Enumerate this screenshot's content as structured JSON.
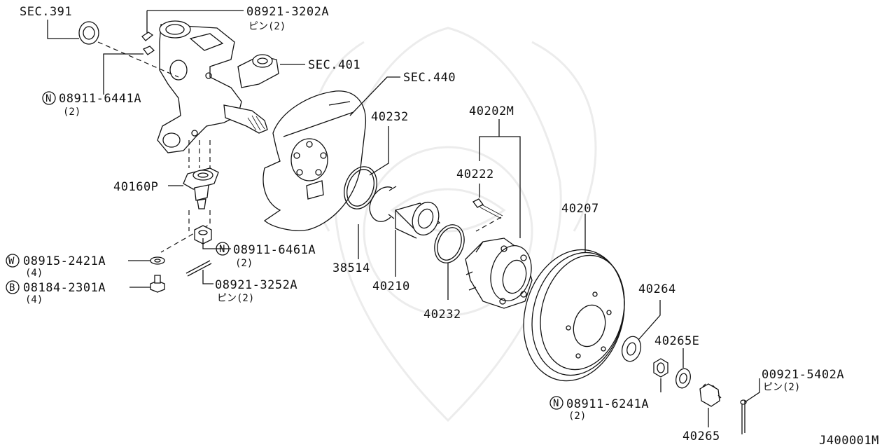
{
  "diagram_id": "J400001M",
  "callouts": {
    "sec391": "SEC.391",
    "p08921_3202A": "08921-3202A",
    "p08921_3202A_sub": "ピン(2)",
    "sec401": "SEC.401",
    "sec440": "SEC.440",
    "p08911_6441A": "08911-6441A",
    "p08911_6441A_qty": "(2)",
    "p40232_top": "40232",
    "p40202M": "40202M",
    "p40222": "40222",
    "p40160P": "40160P",
    "p40207": "40207",
    "p08915_2421A": "08915-2421A",
    "p08915_2421A_qty": "(4)",
    "p08911_6461A": "08911-6461A",
    "p08911_6461A_qty": "(2)",
    "p38514": "38514",
    "p08184_2301A": "08184-2301A",
    "p08184_2301A_qty": "(4)",
    "p08921_3252A": "08921-3252A",
    "p08921_3252A_sub": "ピン(2)",
    "p40210": "40210",
    "p40264": "40264",
    "p40232_bottom": "40232",
    "p40265E": "40265E",
    "p00921_5402A": "00921-5402A",
    "p00921_5402A_sub": "ピン(2)",
    "p08911_6241A": "08911-6241A",
    "p08911_6241A_qty": "(2)",
    "p40265": "40265"
  },
  "prefix_symbols": {
    "nut": "N",
    "washer": "W",
    "bolt": "B"
  }
}
